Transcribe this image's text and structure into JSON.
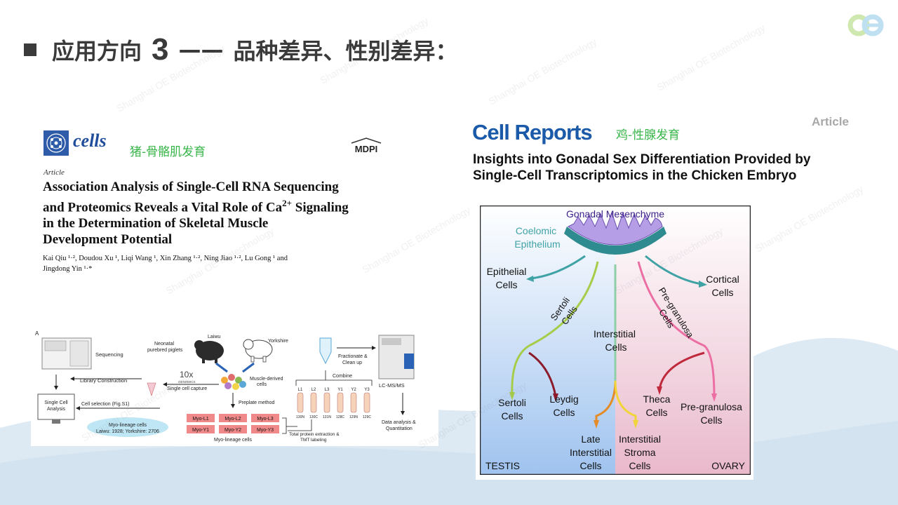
{
  "slide": {
    "title_prefix": "应用方向",
    "title_number": "3",
    "title_dash": "——",
    "title_suffix": "品种差异、性别差异：",
    "watermark": "Shanghai OE Biotechnology"
  },
  "left_paper": {
    "journal": "cells",
    "note": "猪-骨骼肌发育",
    "publisher": "MDPI",
    "article_type": "Article",
    "title_line1": "Association Analysis of Single-Cell RNA Sequencing",
    "title_line2_a": "and Proteomics Reveals a Vital Role of Ca",
    "title_line2_sup": "2+",
    "title_line2_b": " Signaling",
    "title_line3": "in the Determination of Skeletal Muscle",
    "title_line4": "Development Potential",
    "authors_line1": "Kai Qiu ¹·², Doudou Xu ¹, Liqi Wang ¹, Xin Zhang ¹·², Ning Jiao ¹·², Lu Gong ¹ and",
    "authors_line2": "Jingdong Yin ¹·*",
    "figure": {
      "panel": "A",
      "sequencing": "Sequencing",
      "library": "Library Construction",
      "single_cell_analysis": "Single Cell Analysis",
      "cell_selection": "Cell selection (Fig.S1)",
      "myo_lineage": "Myo-lineage cells",
      "myo_counts": "Laiwu: 1928; Yorkshire: 2706",
      "neonatal": "Neonatal purebred piglets",
      "laiwu": "Laiwu",
      "yorkshire": "Yorkshire",
      "tenx": "10x",
      "genomics": "GENOMICS",
      "single_cell_capture": "Single cell capture",
      "muscle_derived": "Muscle-derived cells",
      "preplate": "Preplate method",
      "myo_boxes": [
        "Myo-L1",
        "Myo-L2",
        "Myo-L3",
        "Myo-Y1",
        "Myo-Y2",
        "Myo-Y3"
      ],
      "myo_caption": "Myo-lineage cells",
      "tube_labels": [
        "L1",
        "L2",
        "L3",
        "Y1",
        "Y2",
        "Y3"
      ],
      "tmt_labels": [
        "130N",
        "130C",
        "131N",
        "128C",
        "129N",
        "129C"
      ],
      "protein_extraction": "Total protein extraction & TMT labeling",
      "combine": "Combine",
      "fractionate": "Fractionate & Clean up",
      "lcms": "LC-MS/MS",
      "data_analysis": "Data analysis & Quantitation"
    }
  },
  "right_paper": {
    "journal": "Cell Reports",
    "note": "鸡-性腺发育",
    "article_type": "Article",
    "title_line1": "Insights into Gonadal Sex Differentiation Provided by",
    "title_line2": "Single-Cell Transcriptomics in the Chicken Embryo",
    "figure": {
      "gonadal_mesenchyme": "Gonadal Mesenchyme",
      "coelomic": "Coelomic",
      "epithelium": "Epithelium",
      "epithelial": "Epithelial",
      "cells": "Cells",
      "cortical": "Cortical",
      "sertoli_curve": "Sertoli",
      "pregranulosa_curve": "Pre-granulosa",
      "interstitial": "Interstitial",
      "sertoli": "Sertoli",
      "leydig": "Leydig",
      "theca": "Theca",
      "pregranulosa": "Pre-granulosa",
      "late": "Late",
      "stroma": "Stroma",
      "testis": "TESTIS",
      "ovary": "OVARY"
    },
    "colors": {
      "testis_bg": "#9fc3ef",
      "ovary_bg": "#e9b9cb",
      "mesenchyme": "#b69ee6",
      "epithelium": "#2e8b8f"
    }
  }
}
